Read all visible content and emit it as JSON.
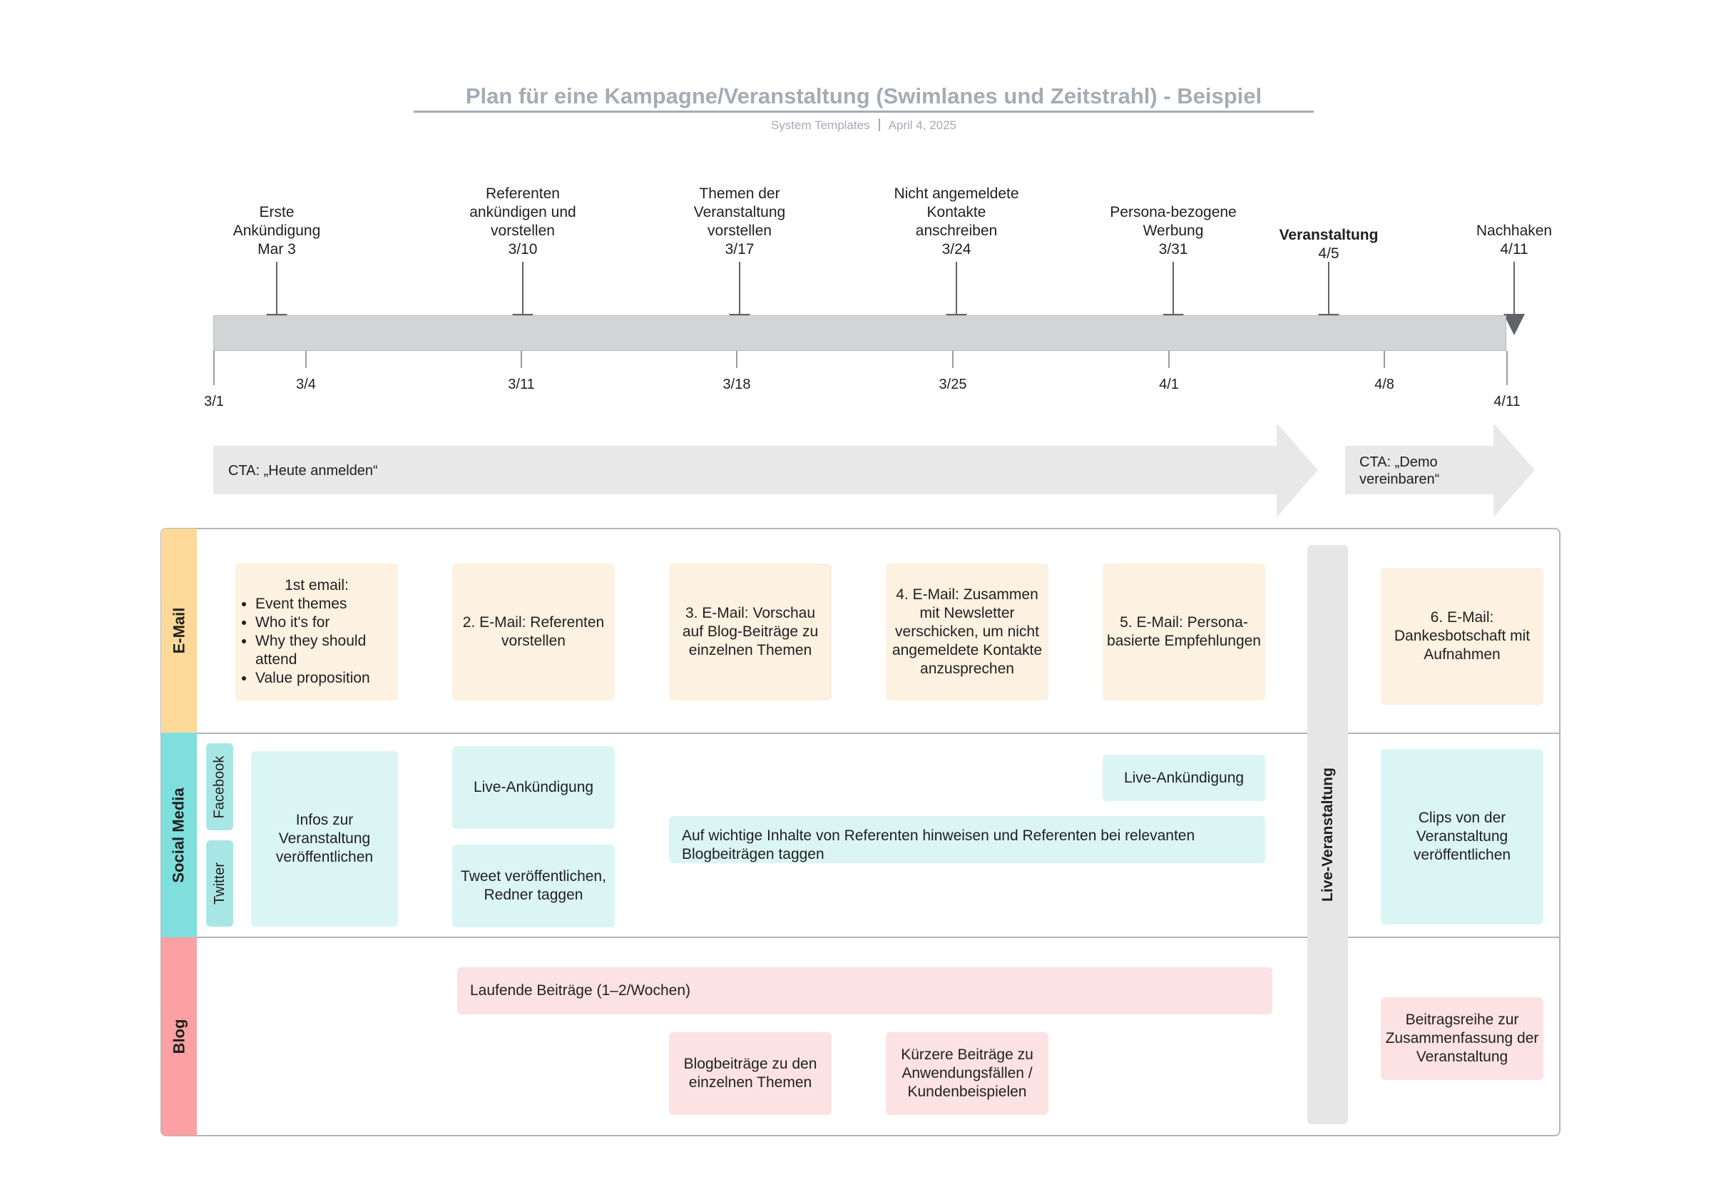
{
  "header": {
    "title": "Plan für eine Kampagne/Veranstaltung (Swimlanes und Zeitstrahl) - Beispiel",
    "source": "System Templates",
    "date": "April 4, 2025"
  },
  "milestones": [
    {
      "label": "Erste Ankündigung",
      "date": "Mar 3"
    },
    {
      "label": "Referenten ankündigen und vorstellen",
      "date": "3/10"
    },
    {
      "label": "Themen der Veranstaltung vorstellen",
      "date": "3/17"
    },
    {
      "label": "Nicht angemeldete Kontakte anschreiben",
      "date": "3/24"
    },
    {
      "label": "Persona-bezogene Werbung",
      "date": "3/31"
    },
    {
      "label": "Veranstaltung",
      "date": "4/5"
    },
    {
      "label": "Nachhaken",
      "date": "4/11"
    }
  ],
  "axis_ticks": [
    "3/1",
    "3/4",
    "3/11",
    "3/18",
    "3/25",
    "4/1",
    "4/8",
    "4/11"
  ],
  "cta": {
    "first": "CTA: „Heute anmelden“",
    "second": "CTA: „Demo vereinbaren“"
  },
  "lanes": {
    "email": "E-Mail",
    "social": "Social Media",
    "blog": "Blog",
    "facebook": "Facebook",
    "twitter": "Twitter"
  },
  "email_cards": {
    "e1_title": "1st email:",
    "e1_items": [
      "Event themes",
      "Who it's for",
      "Why they should attend",
      "Value proposition"
    ],
    "e2": "2. E-Mail: Referenten vorstellen",
    "e3": "3. E-Mail: Vorschau auf Blog-Beiträge zu einzelnen Themen",
    "e4": "4. E-Mail: Zusammen mit Newsletter verschicken, um nicht angemeldete Kontakte anzusprechen",
    "e5": "5. E-Mail: Persona-basierte Empfehlungen",
    "e6": "6. E-Mail: Dankesbotschaft mit Aufnahmen"
  },
  "social_cards": {
    "infos": "Infos zur Veranstaltung veröffentlichen",
    "live1": "Live-Ankündigung",
    "tweet": "Tweet veröffentlichen, Redner taggen",
    "live2": "Live-Ankündigung",
    "hinweis": "Auf wichtige Inhalte von Referenten hinweisen und Referenten bei relevanten Blogbeiträgen taggen",
    "clips": "Clips von der Veranstaltung veröffentlichen"
  },
  "blog_cards": {
    "laufend": "Laufende Beiträge (1–2/Wochen)",
    "themen": "Blogbeiträge zu den einzelnen Themen",
    "kurz": "Kürzere Beiträge zu Anwendungsfällen / Kundenbeispielen",
    "reihe": "Beitragsreihe zur Zusammenfassung der Veranstaltung"
  },
  "live_event": "Live-Veranstaltung",
  "colors": {
    "email_lane": "#fdd999",
    "social_lane": "#7fdfdd",
    "blog_lane": "#fba1a3",
    "email_card": "#fdf1e1",
    "social_card": "#dbf5f4",
    "blog_card": "#fde2e3",
    "title_gray": "#a6abb4"
  }
}
